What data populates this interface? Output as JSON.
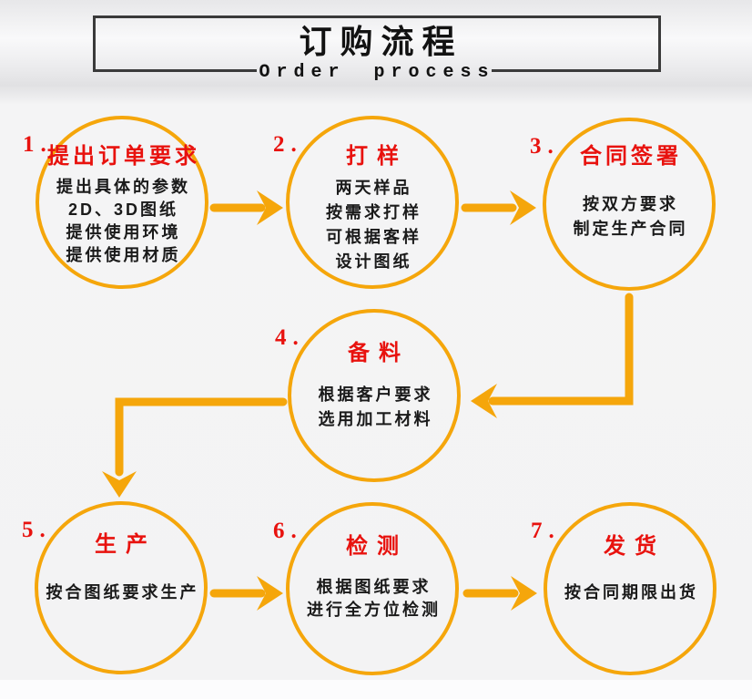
{
  "header": {
    "title": "订购流程",
    "subtitle": "Order process"
  },
  "steps": [
    {
      "number": "1.",
      "title": "提出订单要求",
      "lines": [
        "提出具体的参数",
        "2D、3D图纸",
        "提供使用环境",
        "提供使用材质"
      ]
    },
    {
      "number": "2.",
      "title": "打样",
      "lines": [
        "两天样品",
        "按需求打样",
        "可根据客样",
        "设计图纸"
      ]
    },
    {
      "number": "3.",
      "title": "合同签署",
      "lines": [
        "按双方要求",
        "制定生产合同"
      ]
    },
    {
      "number": "4.",
      "title": "备料",
      "lines": [
        "根据客户要求",
        "选用加工材料"
      ]
    },
    {
      "number": "5.",
      "title": "生产",
      "lines": [
        "按合图纸要求生产"
      ]
    },
    {
      "number": "6.",
      "title": "检测",
      "lines": [
        "根据图纸要求",
        "进行全方位检测"
      ]
    },
    {
      "number": "7.",
      "title": "发货",
      "lines": [
        "按合同期限出货"
      ]
    }
  ],
  "colors": {
    "accent": "#F5A60B",
    "step_red": "#E8120E",
    "text_black": "#1A1A1A",
    "frame_border": "#3A3A3A"
  }
}
